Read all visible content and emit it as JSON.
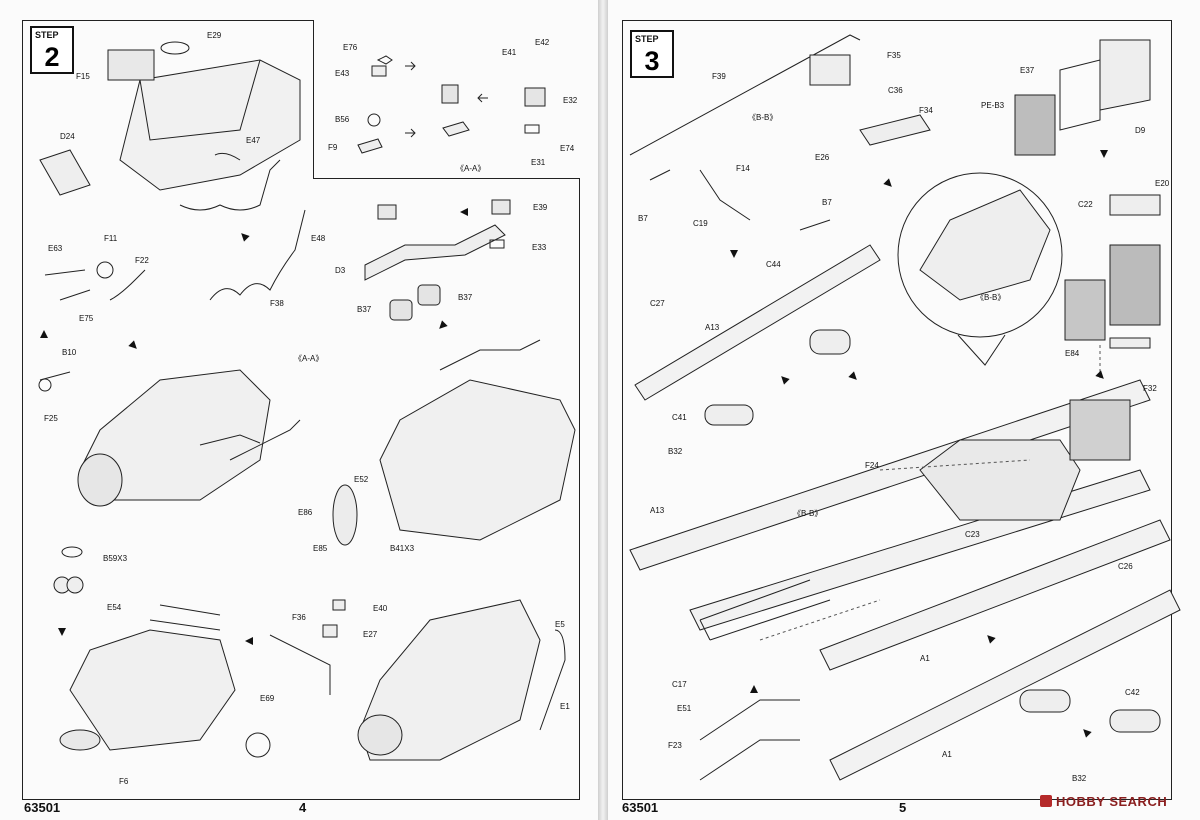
{
  "left_page": {
    "step_word": "STEP",
    "step_number": "2",
    "catalog_number": "63501",
    "page_number": "4",
    "labels": {
      "E29": "E29",
      "F15": "F15",
      "D24": "D24",
      "E47": "E47",
      "E76": "E76",
      "E43": "E43",
      "E41": "E41",
      "E42": "E42",
      "E32": "E32",
      "B56": "B56",
      "F9": "F9",
      "E31": "E31",
      "E74": "E74",
      "AA_inset": "《A-A》",
      "E63": "E63",
      "F11": "F11",
      "F22": "F22",
      "E75": "E75",
      "B10": "B10",
      "F25": "F25",
      "E48": "E48",
      "F38": "F38",
      "E39": "E39",
      "E33": "E33",
      "D3": "D3",
      "B37a": "B37",
      "B37b": "B37",
      "AA_main": "《A-A》",
      "E52": "E52",
      "E86": "E86",
      "E85": "E85",
      "B41X3": "B41X3",
      "B59X3": "B59X3",
      "E54": "E54",
      "F36": "F36",
      "E40": "E40",
      "E27": "E27",
      "E69": "E69",
      "F6": "F6",
      "E5": "E5",
      "E1": "E1"
    }
  },
  "right_page": {
    "step_word": "STEP",
    "step_number": "3",
    "catalog_number": "63501",
    "page_number": "5",
    "labels": {
      "F35": "F35",
      "F39": "F39",
      "BB_top": "《B-B》",
      "C36": "C36",
      "F34": "F34",
      "E26": "E26",
      "E37": "E37",
      "PEB3": "PE-B3",
      "D9": "D9",
      "F14": "F14",
      "B7a": "B7",
      "B7b": "B7",
      "C19": "C19",
      "C44": "C44",
      "E20": "E20",
      "C22": "C22",
      "BB_circle": "《B-B》",
      "C27": "C27",
      "A13a": "A13",
      "E84": "E84",
      "F32": "F32",
      "C41": "C41",
      "B32a": "B32",
      "F24": "F24",
      "A13b": "A13",
      "BB_mid": "《B-B》",
      "C23": "C23",
      "C26": "C26",
      "A1a": "A1",
      "C17": "C17",
      "E51": "E51",
      "F23": "F23",
      "A1b": "A1",
      "C42": "C42",
      "B32b": "B32"
    }
  },
  "watermark": {
    "text": "HOBBY SEARCH",
    "color": "#8a1e1e"
  }
}
